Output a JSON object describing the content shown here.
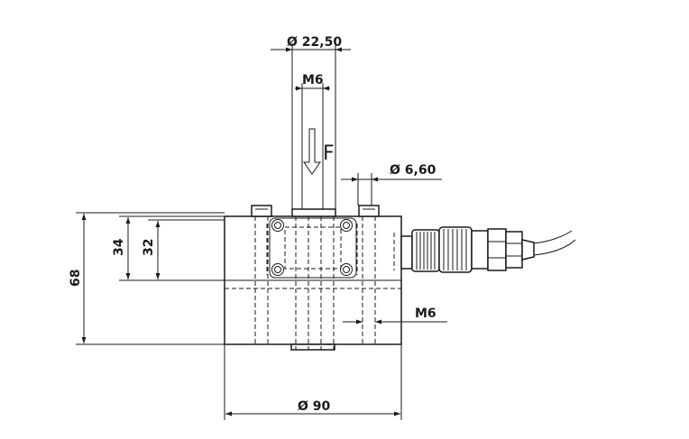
{
  "dimensions": {
    "piston_diameter": "Ø 22,50",
    "top_thread": "M6",
    "force_symbol": "F",
    "hole_diameter": "Ø 6,60",
    "height_34": "34",
    "height_32": "32",
    "height_68": "68",
    "side_thread": "M6",
    "body_diameter": "Ø 90"
  }
}
